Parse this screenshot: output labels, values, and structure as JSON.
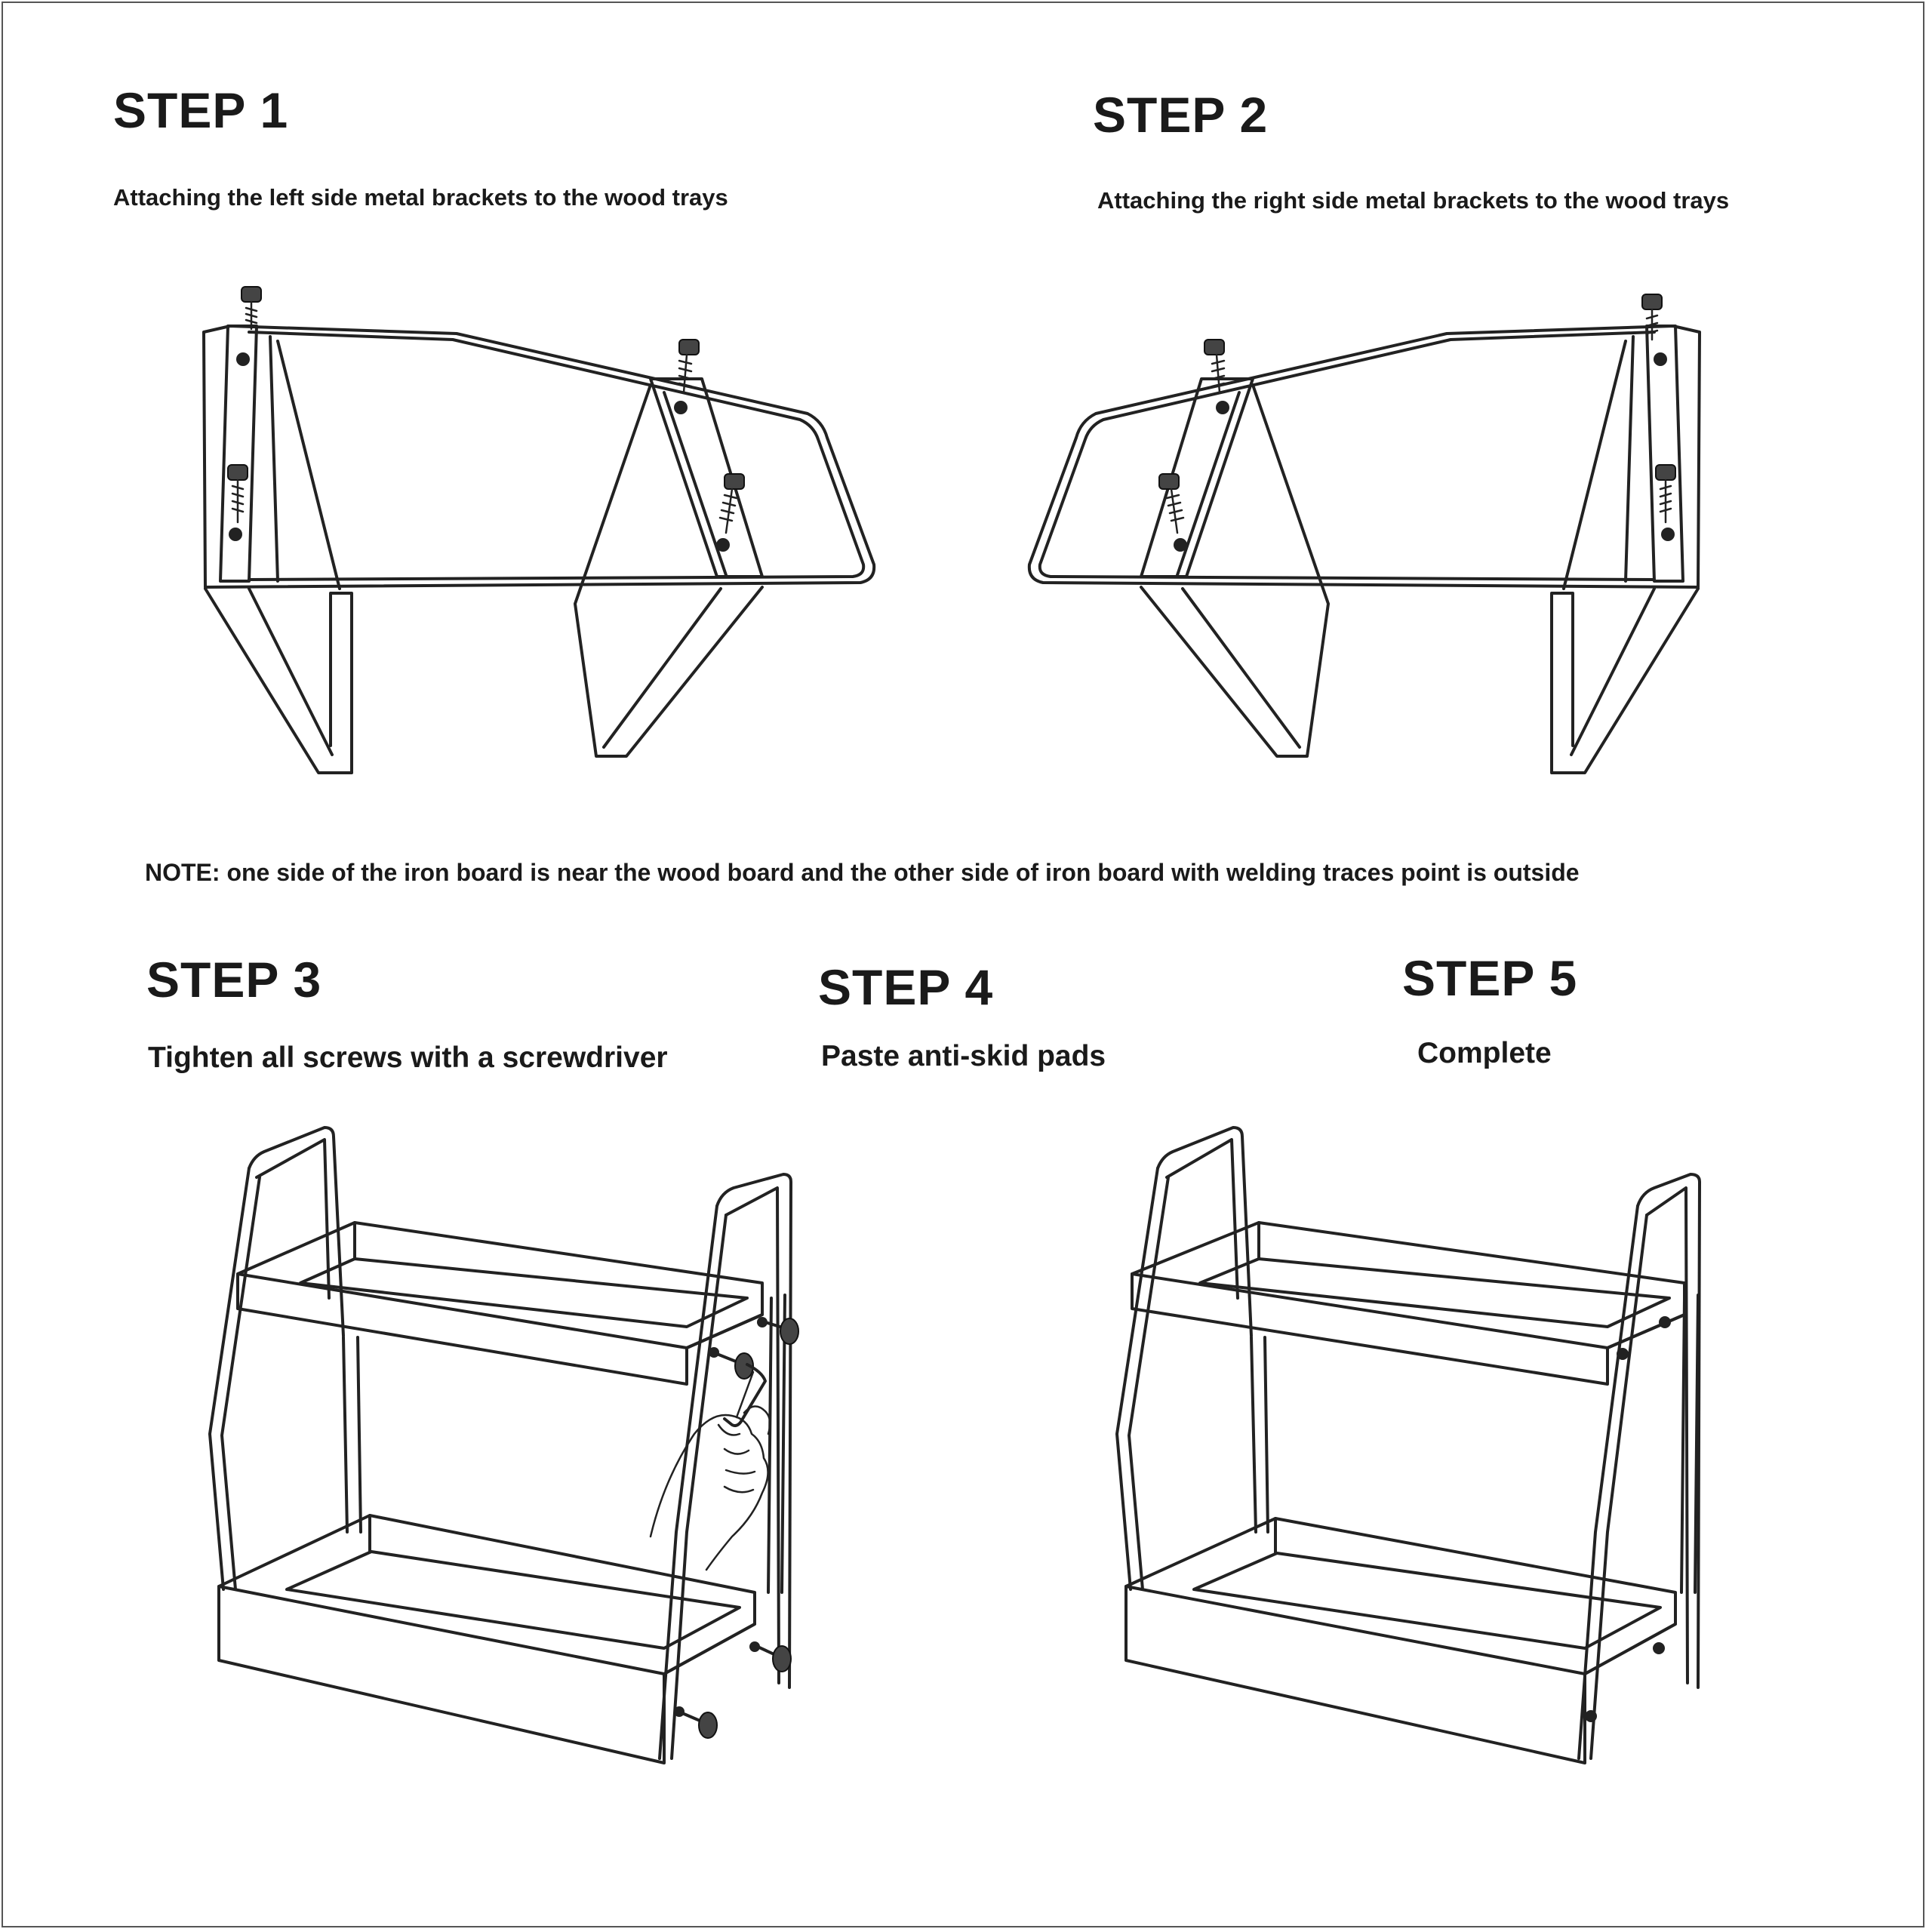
{
  "steps": [
    {
      "title": "STEP 1",
      "subtitle": "Attaching the left side metal brackets to the wood trays"
    },
    {
      "title": "STEP 2",
      "subtitle": "Attaching the right side metal brackets to the  wood trays"
    },
    {
      "title": "STEP 3",
      "subtitle": "Tighten all screws with a screwdriver"
    },
    {
      "title": "STEP 4",
      "subtitle": "Paste anti-skid pads"
    },
    {
      "title": "STEP 5",
      "subtitle": "Complete"
    }
  ],
  "note": "NOTE:  one side of the iron board is near the wood board and the other side of iron board with welding traces point is outside",
  "colors": {
    "line": "#222222",
    "background": "#ffffff"
  },
  "icons": [
    "screw-icon",
    "hex-key-icon",
    "hand-icon"
  ]
}
